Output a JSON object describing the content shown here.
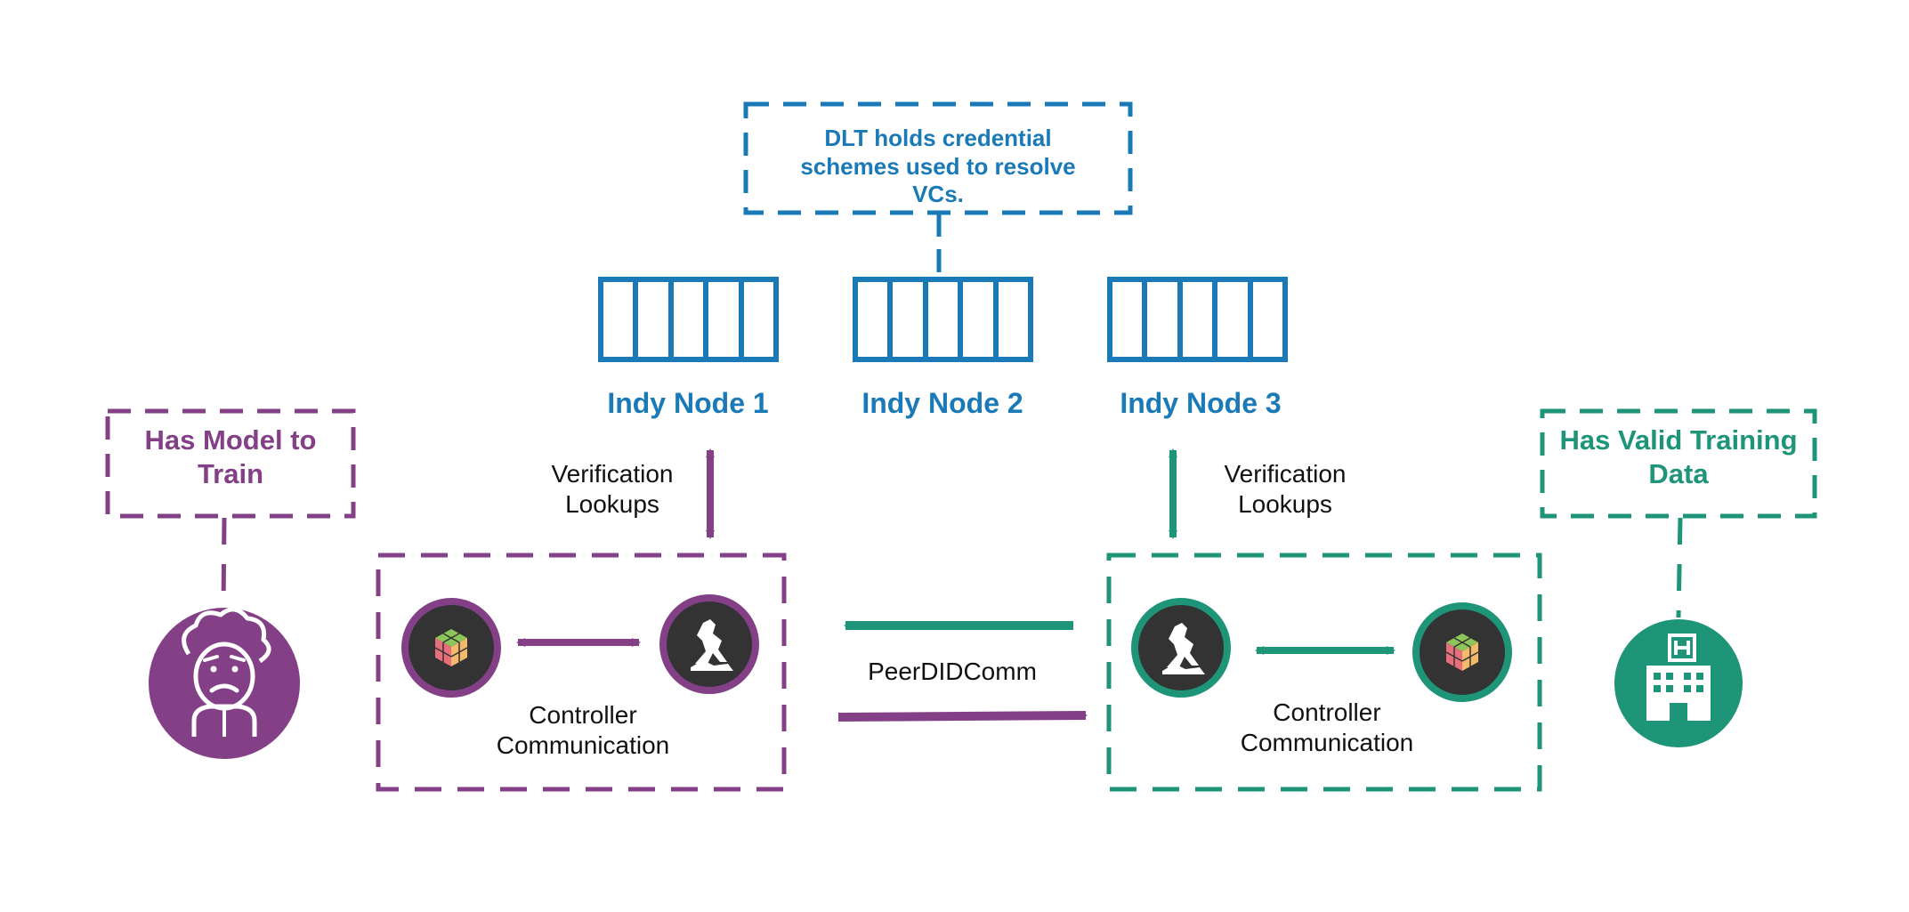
{
  "colors": {
    "blue": "#1a7ab7",
    "purple": "#834087",
    "green": "#1e9478",
    "icon_dark": "#333333"
  },
  "dlt_note": "DLT holds credential schemes used to resolve VCs.",
  "nodes": [
    {
      "label": "Indy Node 1",
      "icon": "ledger-blocks-icon"
    },
    {
      "label": "Indy Node 2",
      "icon": "ledger-blocks-icon"
    },
    {
      "label": "Indy Node 3",
      "icon": "ledger-blocks-icon"
    }
  ],
  "left_party": {
    "role": "Has Model to Train",
    "avatar_icon": "scientist-icon",
    "verification_label": "Verification Lookups",
    "controller_label": "Controller Communication",
    "icons": [
      "rubiks-cube-icon",
      "goat-icon"
    ]
  },
  "right_party": {
    "role": "Has Valid Training Data",
    "avatar_icon": "hospital-icon",
    "verification_label": "Verification Lookups",
    "controller_label": "Controller Communication",
    "icons": [
      "goat-icon",
      "rubiks-cube-icon"
    ]
  },
  "peer_label": "PeerDIDComm"
}
